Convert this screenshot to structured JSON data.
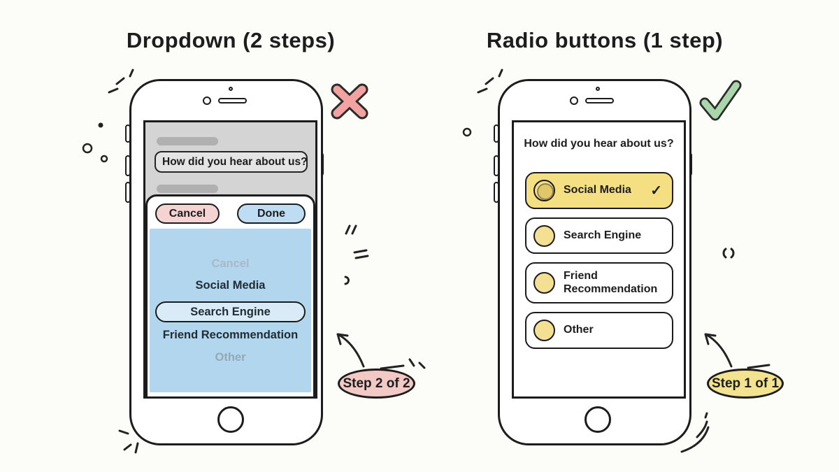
{
  "left_panel": {
    "title": "Dropdown (2 steps)",
    "verdict": "rejected",
    "step_badge": "Step 2 of 2",
    "screen": {
      "dropdown_label": "How did you hear about us?",
      "sheet": {
        "cancel_label": "Cancel",
        "done_label": "Done",
        "picker_items": [
          {
            "label": "Cancel",
            "state": "faded"
          },
          {
            "label": "Social Media",
            "state": "normal"
          },
          {
            "label": "Search Engine",
            "state": "selected"
          },
          {
            "label": "Friend Recommendation",
            "state": "normal"
          },
          {
            "label": "Other",
            "state": "faded"
          }
        ]
      }
    }
  },
  "right_panel": {
    "title": "Radio buttons (1 step)",
    "verdict": "approved",
    "step_badge": "Step 1 of 1",
    "screen": {
      "question": "How did you hear about us?",
      "options": [
        {
          "label": "Social Media",
          "selected": true,
          "check": "✓"
        },
        {
          "label": "Search Engine",
          "selected": false
        },
        {
          "label": "Friend Recommendation",
          "selected": false
        },
        {
          "label": "Other",
          "selected": false
        }
      ]
    }
  },
  "icons": {
    "dropdown_chevron": "chevron-down",
    "left_verdict": "x-mark",
    "right_verdict": "check-mark"
  },
  "colors": {
    "ink": "#1c1c1c",
    "screen_gray": "#d4d4d4",
    "placeholder_gray": "#b0b0b0",
    "field_gray": "#e4e4e4",
    "cancel_pink": "#f6d3d3",
    "done_blue": "#bedcf2",
    "picker_blue": "#b2d6ed",
    "picker_selected_blue": "#d9ebf7",
    "option_yellow": "#f4e083",
    "radio_yellow": "#f3e093",
    "radio_selected_inner": "#dfc76a",
    "badge_pink": "#f3c9c6",
    "badge_yellow": "#f3e28f",
    "x_red": "#f2a2a0",
    "check_green": "#a9d7ab"
  }
}
